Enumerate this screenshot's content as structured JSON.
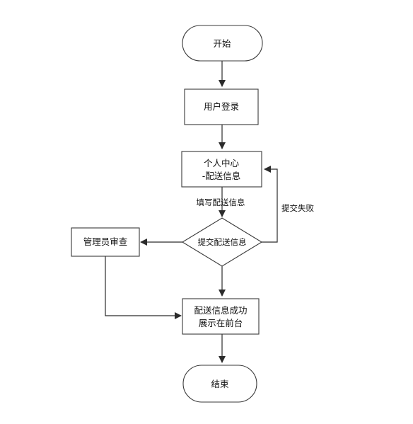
{
  "flowchart": {
    "nodes": {
      "start": {
        "label": "开始"
      },
      "login": {
        "label": "用户登录"
      },
      "profile": {
        "line1": "个人中心",
        "line2": "-配送信息"
      },
      "submit": {
        "label": "提交配送信息"
      },
      "admin_review": {
        "label": "管理员审查"
      },
      "success": {
        "line1": "配送信息成功",
        "line2": "展示在前台"
      },
      "end": {
        "label": "结束"
      }
    },
    "edges": {
      "fill_label": "填写配送信息",
      "fail_label": "提交失败"
    }
  },
  "colors": {
    "stroke": "#3a3a3a",
    "arrow": "#2b2b2b",
    "fill": "#ffffff",
    "text": "#111111"
  }
}
